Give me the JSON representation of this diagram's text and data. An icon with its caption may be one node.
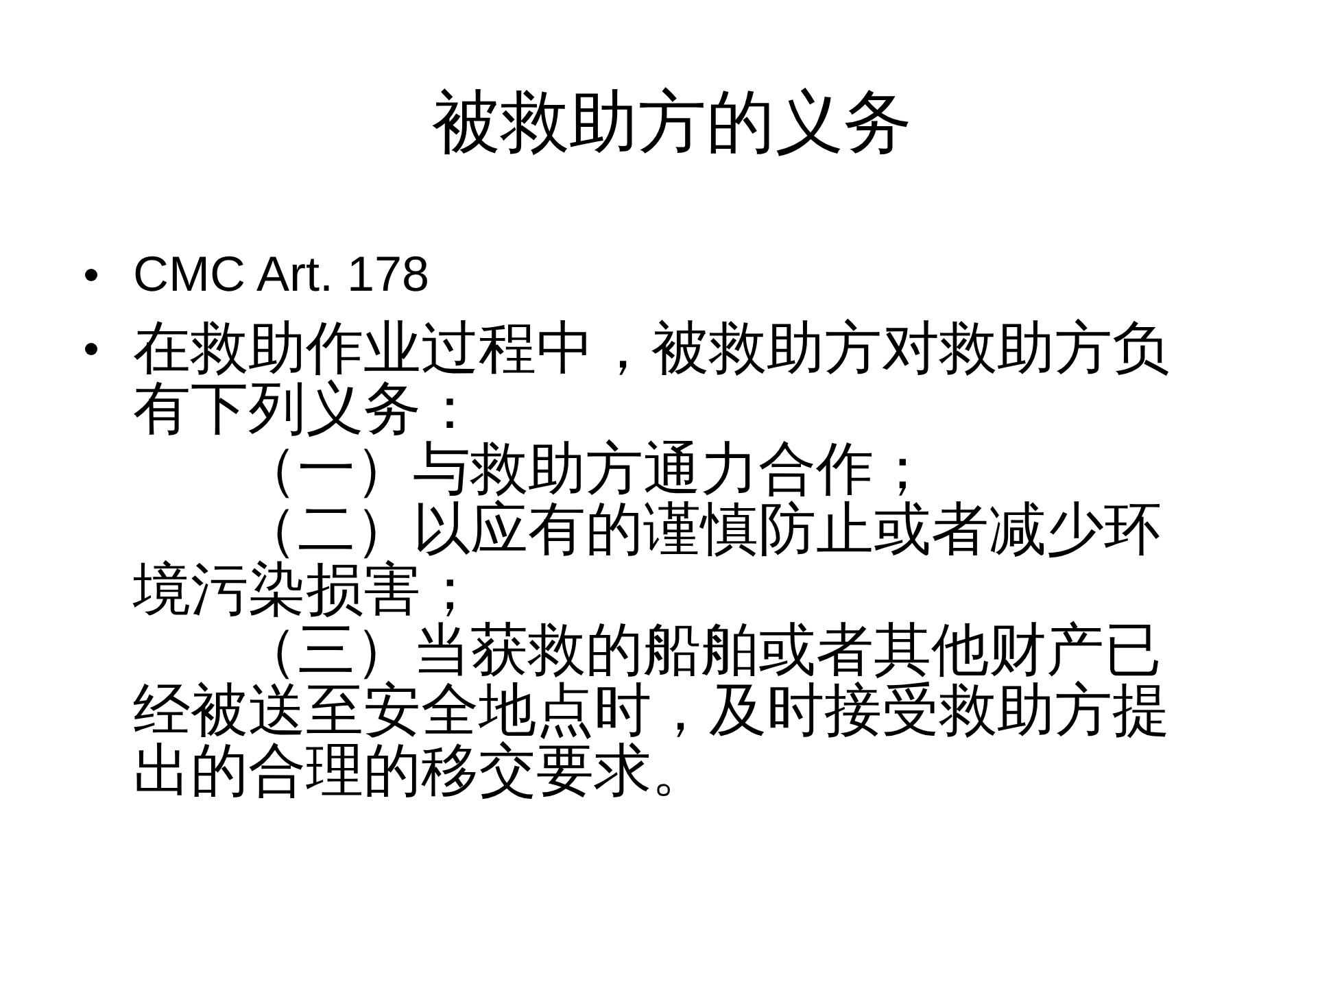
{
  "diagram": {
    "title": "被救助方的义务",
    "labels": [
      "CMC Art. 178",
      "在救助作业过程中，被救助方对救助方负有下列义务：",
      "（一）与救助方通力合作；",
      "（二）以应有的谨慎防止或者减少环境污染损害；",
      "（三）当获救的船舶或者其他财产已经被送至安全地点时，及时接受救助方提出的合理的移交要求。"
    ]
  }
}
